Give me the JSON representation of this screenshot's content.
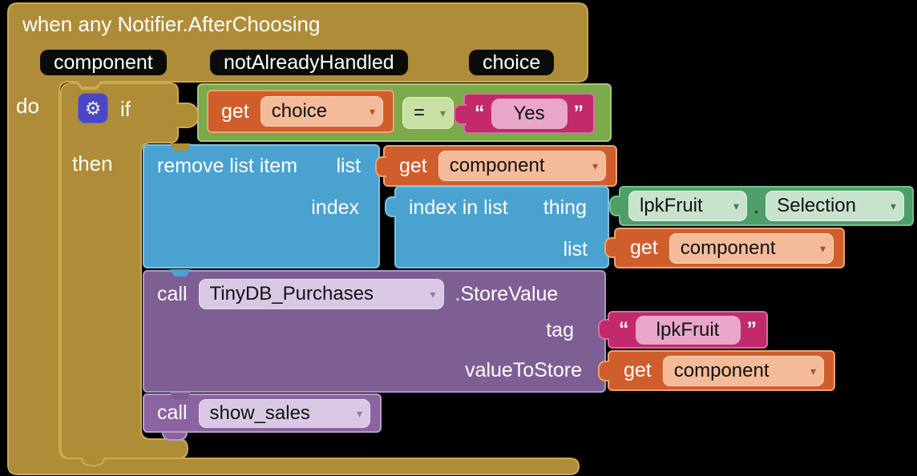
{
  "colors": {
    "event_block": "#AF8C37",
    "event_border": "#CBA952",
    "logic_block": "#7CA94A",
    "list_block": "#4AA2D0",
    "variable_block": "#D05E2D",
    "text_block": "#C22A6C",
    "component_getter_block": "#4D9E68",
    "method_call_block": "#7E5F94",
    "procedure_call_block": "#8B63A0",
    "mutator_gear_bg": "#4A47C5"
  },
  "icons": {
    "dropdown_arrow": "▾",
    "gear": "⚙",
    "open_quote": "“",
    "close_quote": "”"
  },
  "when_block": {
    "title": "when any Notifier.AfterChoosing",
    "params": [
      "component",
      "notAlreadyHandled",
      "choice"
    ],
    "do_label": "do"
  },
  "if_block": {
    "if_label": "if",
    "then_label": "then"
  },
  "condition": {
    "get_label": "get",
    "variable": "choice",
    "operator": "=",
    "string_value": "Yes"
  },
  "remove_list_item": {
    "label": "remove list item",
    "list_label": "list",
    "index_label": "index"
  },
  "index_in_list": {
    "label": "index in list",
    "thing_label": "thing",
    "list_label": "list"
  },
  "selection_getter": {
    "component": "lpkFruit",
    "dot": ".",
    "property": "Selection"
  },
  "get_component": {
    "get_label": "get",
    "variable": "component"
  },
  "tinydb_call": {
    "call_label": "call",
    "component": "TinyDB_Purchases",
    "method_label": ".StoreValue",
    "tag_label": "tag",
    "value_label": "valueToStore",
    "tag_value": "lpkFruit"
  },
  "procedure_call": {
    "call_label": "call",
    "procedure": "show_sales"
  }
}
